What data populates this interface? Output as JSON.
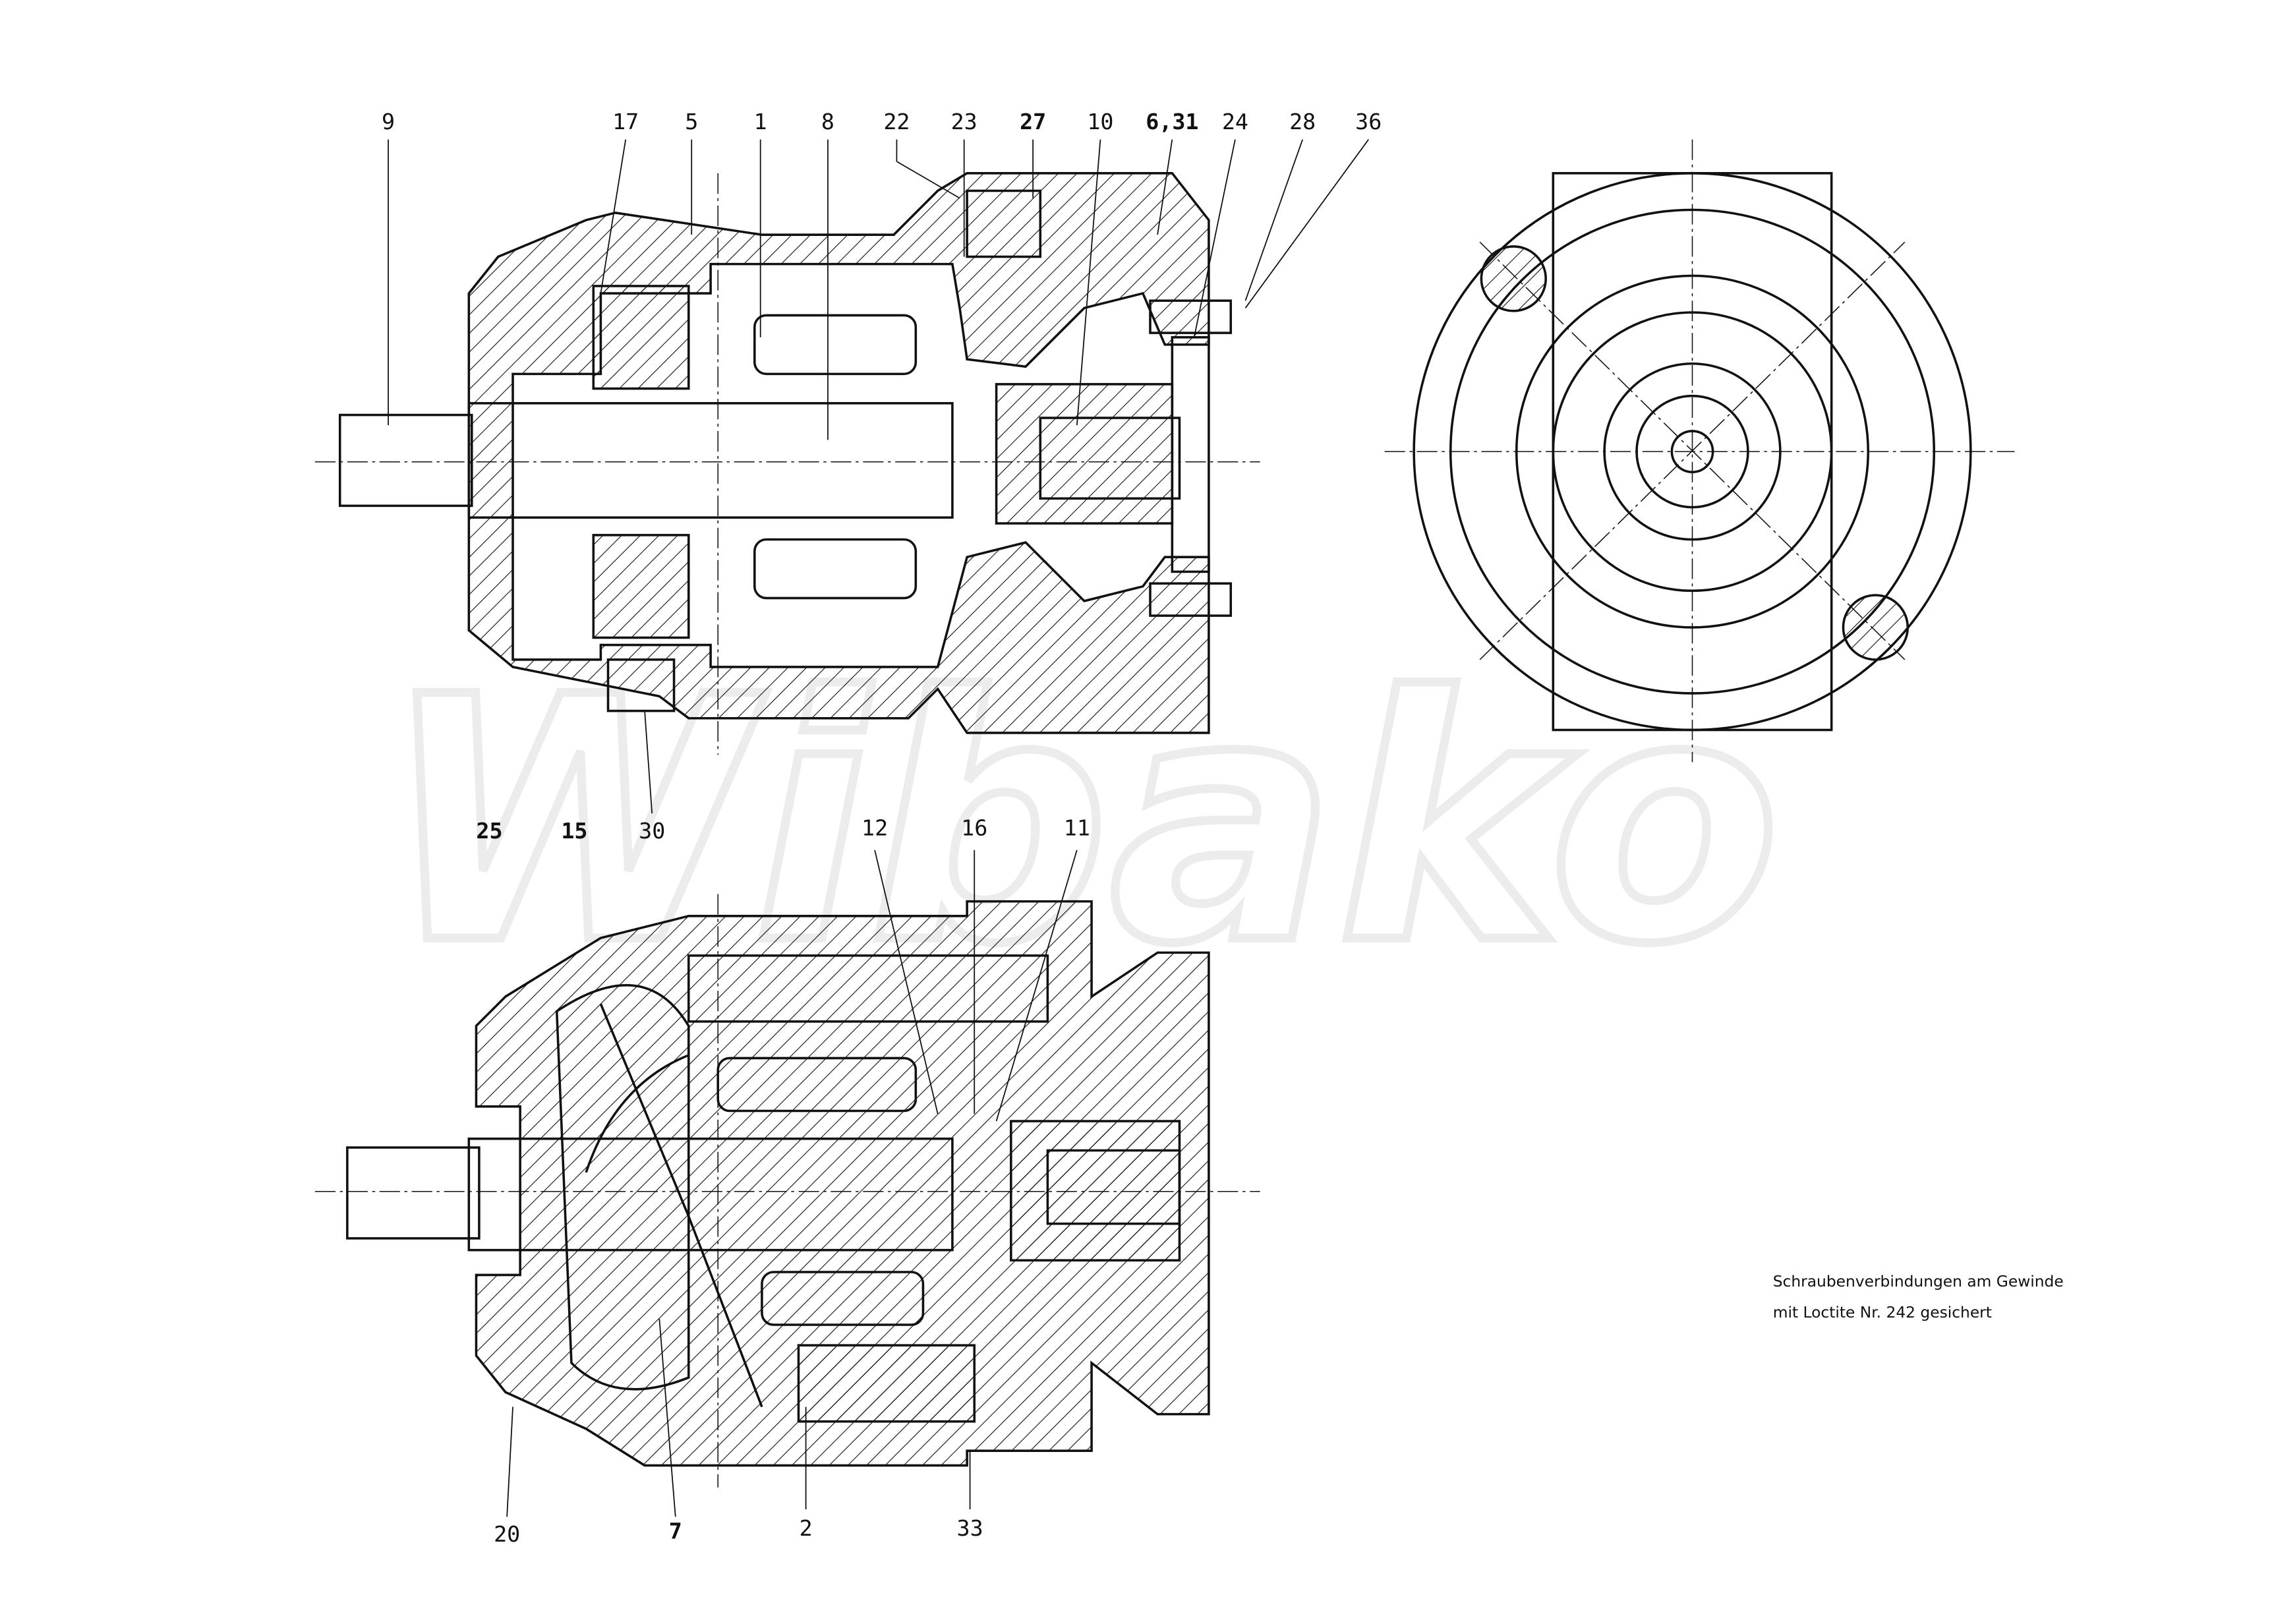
{
  "title_watermark": "Wibako",
  "labels_top": [
    "9",
    "17",
    "5",
    "1",
    "8",
    "22",
    "23",
    "27",
    "10",
    "6,31",
    "24",
    "28",
    "36"
  ],
  "labels_middle": [
    "25",
    "15",
    "30",
    "12",
    "16",
    "11"
  ],
  "labels_bottom": [
    "20",
    "7",
    "2",
    "33"
  ],
  "note": {
    "line1": "Schraubenverbindungen am Gewinde",
    "line2": "mit Loctite Nr. 242 gesichert"
  }
}
